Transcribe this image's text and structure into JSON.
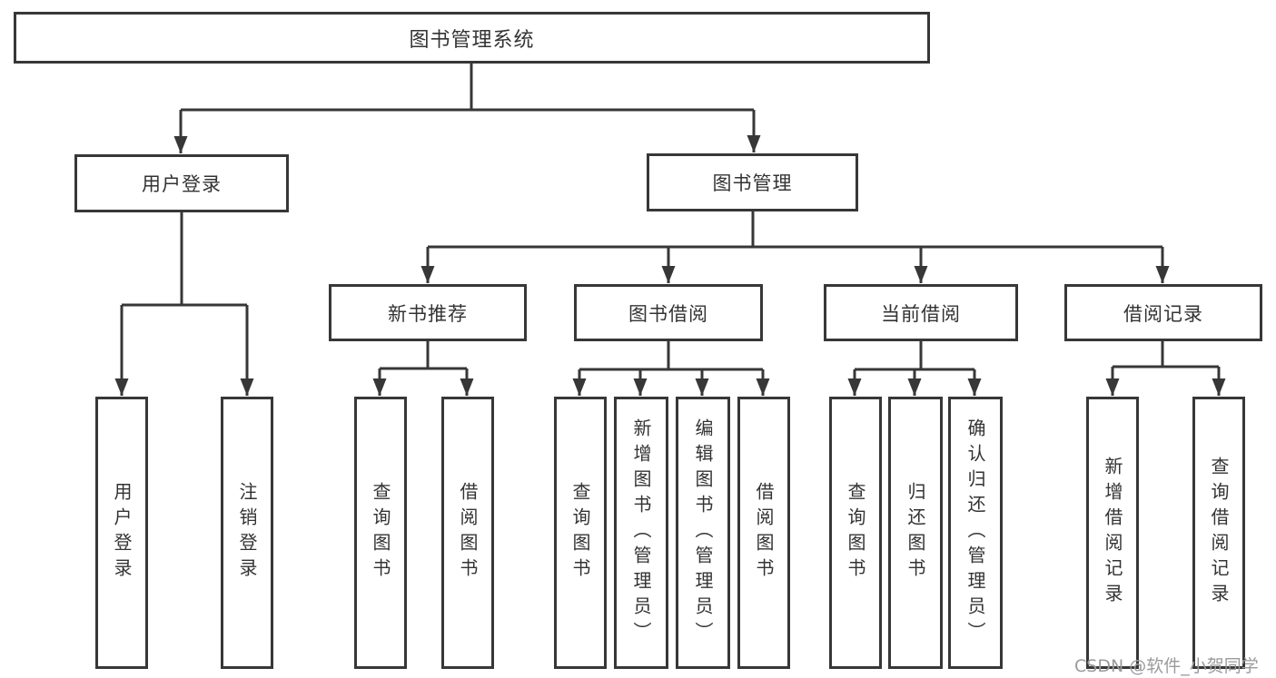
{
  "diagram": {
    "root": {
      "label": "图书管理系统"
    },
    "level2": [
      {
        "label": "用户登录"
      },
      {
        "label": "图书管理"
      }
    ],
    "level3": [
      {
        "label": "新书推荐",
        "parent": "图书管理"
      },
      {
        "label": "图书借阅",
        "parent": "图书管理"
      },
      {
        "label": "当前借阅",
        "parent": "图书管理"
      },
      {
        "label": "借阅记录",
        "parent": "图书管理"
      }
    ],
    "leaves": [
      {
        "label": "用户登录",
        "parent": "用户登录"
      },
      {
        "label": "注销登录",
        "parent": "用户登录"
      },
      {
        "label": "查询图书",
        "parent": "新书推荐"
      },
      {
        "label": "借阅图书",
        "parent": "新书推荐"
      },
      {
        "label": "查询图书",
        "parent": "图书借阅"
      },
      {
        "label": "新增图书（管理员）",
        "parent": "图书借阅"
      },
      {
        "label": "编辑图书（管理员）",
        "parent": "图书借阅"
      },
      {
        "label": "借阅图书",
        "parent": "图书借阅"
      },
      {
        "label": "查询图书",
        "parent": "当前借阅"
      },
      {
        "label": "归还图书",
        "parent": "当前借阅"
      },
      {
        "label": "确认归还（管理员）",
        "parent": "当前借阅"
      },
      {
        "label": "新增借阅记录",
        "parent": "借阅记录"
      },
      {
        "label": "查询借阅记录",
        "parent": "借阅记录"
      }
    ]
  },
  "watermark": {
    "text": "CSDN @软件_小贺同学"
  },
  "colors": {
    "line": "#373737",
    "text": "#333333",
    "background": "#ffffff",
    "watermark": "#9b9b9b"
  }
}
